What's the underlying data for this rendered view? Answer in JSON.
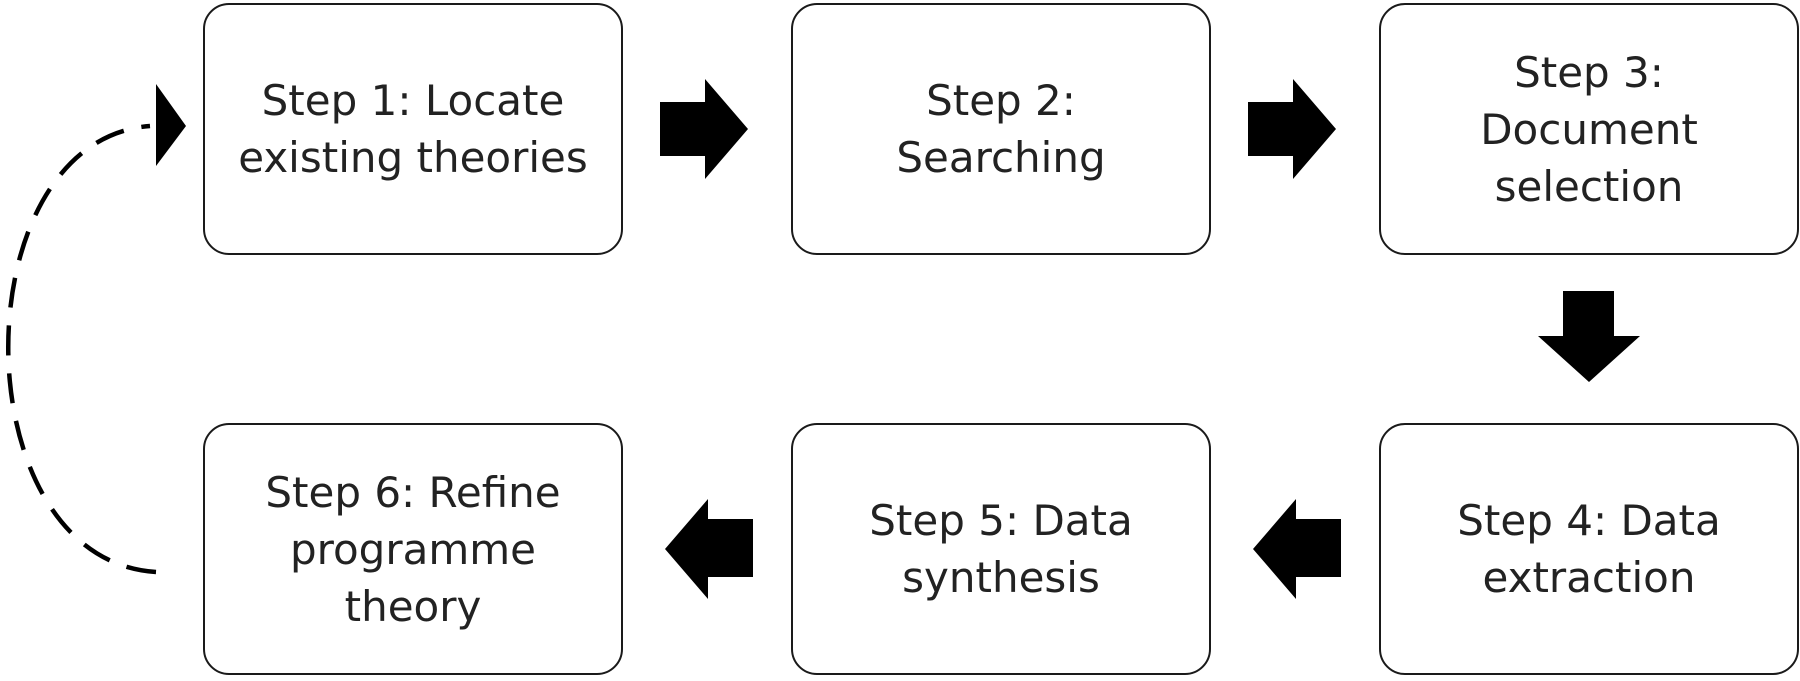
{
  "steps": [
    {
      "id": 1,
      "lines": [
        "Step 1: Locate",
        "existing theories"
      ]
    },
    {
      "id": 2,
      "lines": [
        "Step 2:",
        "Searching"
      ]
    },
    {
      "id": 3,
      "lines": [
        "Step 3:",
        "Document",
        "selection"
      ]
    },
    {
      "id": 4,
      "lines": [
        "Step 4: Data",
        "extraction"
      ]
    },
    {
      "id": 5,
      "lines": [
        "Step 5: Data",
        "synthesis"
      ]
    },
    {
      "id": 6,
      "lines": [
        "Step 6: Refine",
        "programme",
        "theory"
      ]
    }
  ],
  "flow": [
    {
      "from": 1,
      "to": 2,
      "style": "solid-arrow"
    },
    {
      "from": 2,
      "to": 3,
      "style": "solid-arrow"
    },
    {
      "from": 3,
      "to": 4,
      "style": "solid-arrow"
    },
    {
      "from": 4,
      "to": 5,
      "style": "solid-arrow"
    },
    {
      "from": 5,
      "to": 6,
      "style": "solid-arrow"
    },
    {
      "from": 6,
      "to": 1,
      "style": "dashed-loop"
    }
  ],
  "colors": {
    "border": "#1a1a1a",
    "text": "#222222",
    "arrow": "#000000",
    "background": "#ffffff"
  }
}
